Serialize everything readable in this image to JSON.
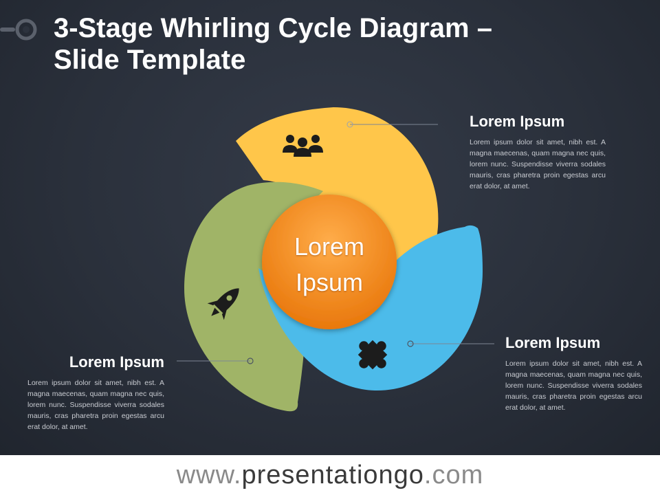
{
  "slide": {
    "title_line1": "3-Stage Whirling Cycle Diagram –",
    "title_line2": "Slide Template"
  },
  "diagram": {
    "center_line1": "Lorem",
    "center_line2": "Ipsum",
    "stages": [
      {
        "color": "#FFC64A",
        "icon": "people-group-icon",
        "heading": "Lorem Ipsum",
        "body": "Lorem ipsum dolor sit amet, nibh est. A magna maecenas, quam magna nec quis, lorem nunc. Suspendisse viverra sodales mauris, cras pharetra proin egestas arcu erat dolor, at amet."
      },
      {
        "color": "#A0B467",
        "icon": "rocket-icon",
        "heading": "Lorem Ipsum",
        "body": "Lorem ipsum dolor sit amet, nibh est. A magna maecenas, quam magna nec quis, lorem nunc. Suspendisse viverra sodales mauris, cras pharetra proin egestas arcu erat dolor, at amet."
      },
      {
        "color": "#4CBBEA",
        "icon": "puzzle-piece-icon",
        "heading": "Lorem Ipsum",
        "body": "Lorem ipsum dolor sit amet, nibh est. A magna maecenas, quam magna nec quis, lorem nunc. Suspendisse viverra sodales mauris, cras pharetra proin egestas arcu erat dolor, at amet."
      }
    ],
    "center_color": "#F08A1E"
  },
  "footer": {
    "prefix": "www.",
    "domain": "presentationgo",
    "suffix": ".com"
  }
}
